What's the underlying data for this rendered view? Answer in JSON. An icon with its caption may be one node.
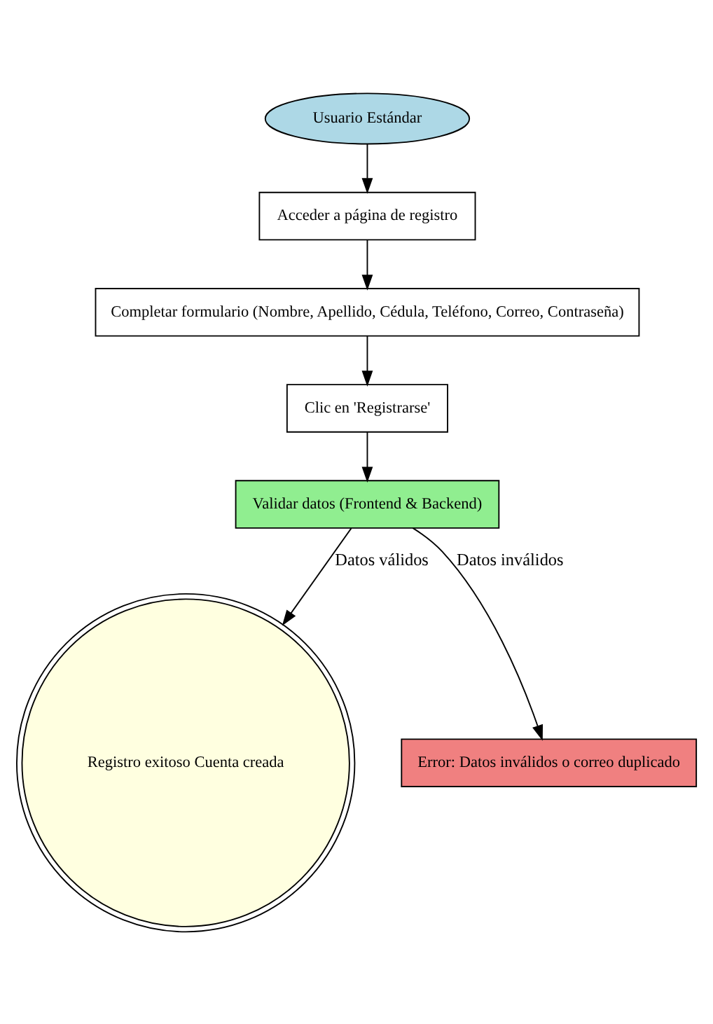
{
  "diagram": {
    "nodes": [
      {
        "text": [
          "Usuario Estándar"
        ]
      },
      {
        "text": [
          "Acceder a página de registro"
        ]
      },
      {
        "text": [
          "Completar formulario (Nombre, Apellido, Cédula, Teléfono, Correo, Contraseña)"
        ]
      },
      {
        "text": [
          "Clic en 'Registrarse'"
        ]
      },
      {
        "text": [
          "Validar datos (Frontend & Backend)"
        ]
      },
      {
        "text": [
          "Registro exitoso Cuenta creada"
        ]
      },
      {
        "text": [
          "Error: Datos inválidos o correo duplicado"
        ]
      }
    ],
    "edges": [
      {
        "from": 0,
        "to": 1,
        "arrow": "to"
      },
      {
        "from": 1,
        "to": 2,
        "arrow": "to"
      },
      {
        "from": 2,
        "to": 3,
        "arrow": "to"
      },
      {
        "from": 3,
        "to": 4,
        "arrow": "to"
      },
      {
        "from": 4,
        "to": 5,
        "arrow": "to",
        "label": "Datos válidos"
      },
      {
        "from": 4,
        "to": 6,
        "arrow": "to",
        "label": "Datos inválidos"
      }
    ]
  }
}
